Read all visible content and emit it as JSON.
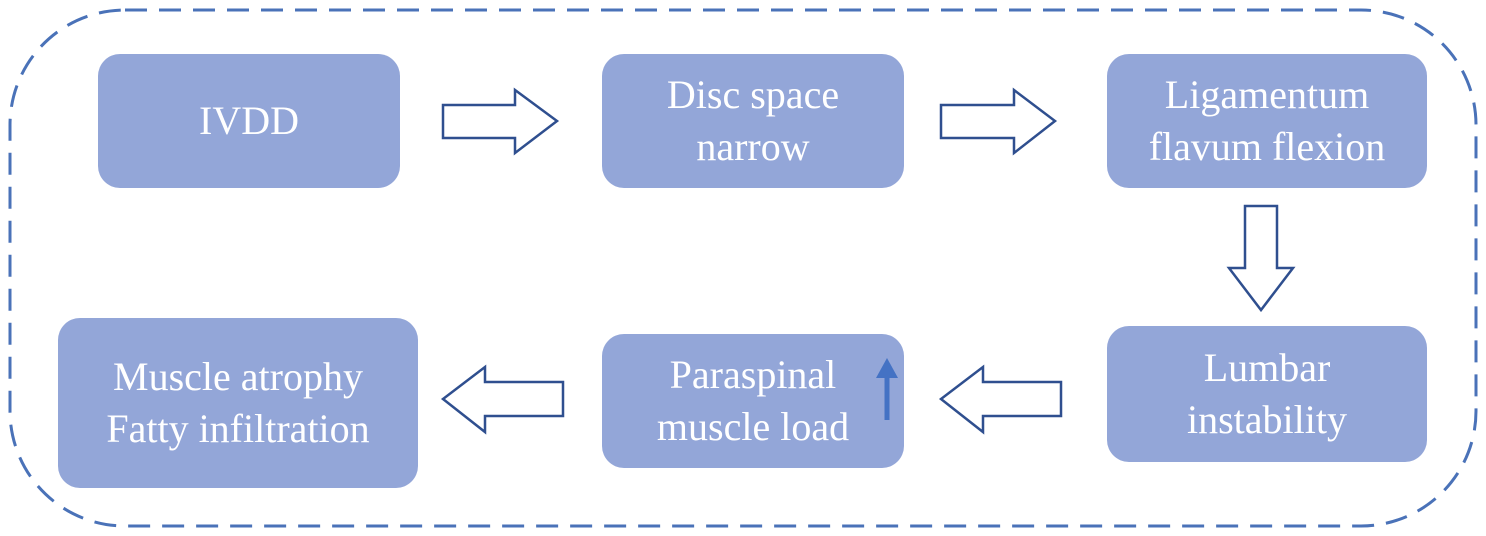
{
  "diagram": {
    "nodes": [
      {
        "id": "ivdd",
        "lines": [
          "IVDD"
        ]
      },
      {
        "id": "disc-space-narrow",
        "lines": [
          "Disc space",
          "narrow"
        ]
      },
      {
        "id": "ligamentum-flavum-flexion",
        "lines": [
          "Ligamentum",
          "flavum flexion"
        ]
      },
      {
        "id": "lumbar-instability",
        "lines": [
          "Lumbar",
          "instability"
        ]
      },
      {
        "id": "paraspinal-muscle-load",
        "lines": [
          "Paraspinal",
          "muscle load"
        ],
        "indicator": "up-arrow-icon"
      },
      {
        "id": "muscle-atrophy",
        "lines": [
          "Muscle atrophy",
          "Fatty infiltration"
        ]
      }
    ],
    "edges": [
      {
        "from": "ivdd",
        "to": "disc-space-narrow"
      },
      {
        "from": "disc-space-narrow",
        "to": "ligamentum-flavum-flexion"
      },
      {
        "from": "ligamentum-flavum-flexion",
        "to": "lumbar-instability"
      },
      {
        "from": "lumbar-instability",
        "to": "paraspinal-muscle-load"
      },
      {
        "from": "paraspinal-muscle-load",
        "to": "muscle-atrophy"
      }
    ],
    "colors": {
      "box_fill": "#93a6d8",
      "text": "#ffffff",
      "frame_stroke": "#4a72b8",
      "arrow_stroke": "#2f4f8f",
      "indicator": "#4472c4"
    }
  }
}
